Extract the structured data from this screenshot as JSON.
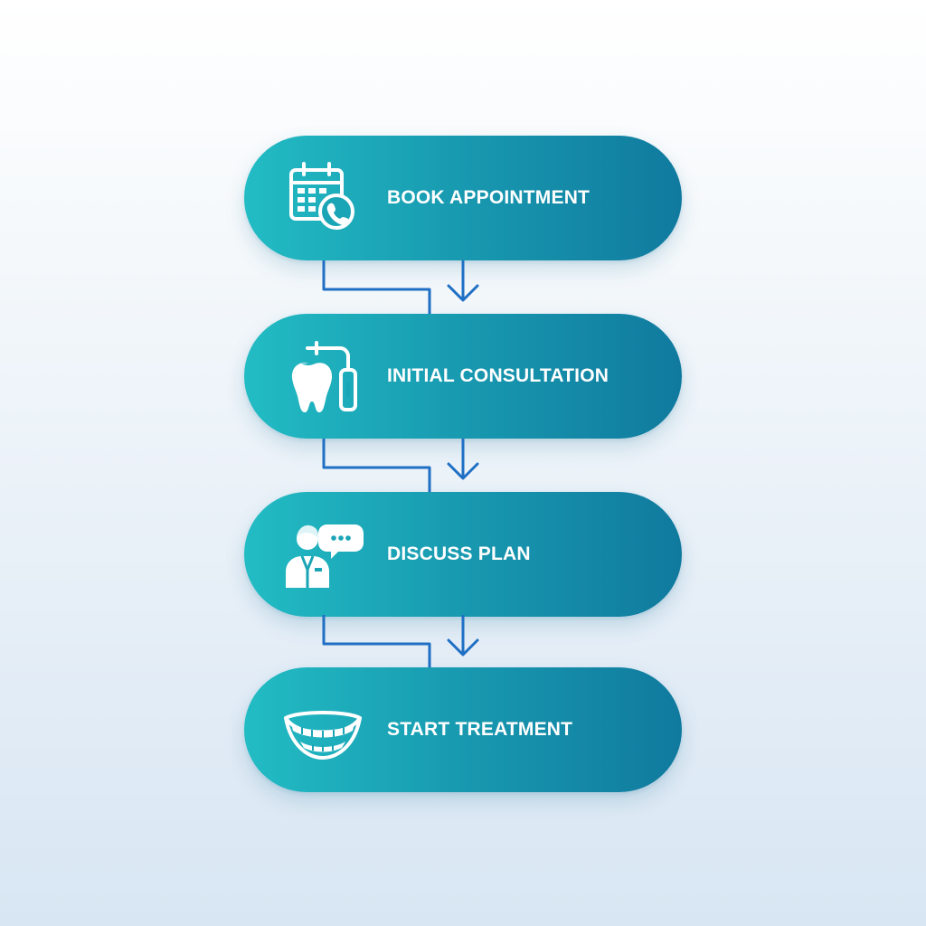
{
  "steps": [
    {
      "label": "BOOK APPOINTMENT",
      "icon": "calendar-phone-icon"
    },
    {
      "label": "INITIAL CONSULTATION",
      "icon": "tooth-dental-tool-icon"
    },
    {
      "label": "DISCUSS PLAN",
      "icon": "dentist-speech-bubble-icon"
    },
    {
      "label": "START TREATMENT",
      "icon": "smile-teeth-icon"
    }
  ],
  "colors": {
    "pill_start": "#22bcc4",
    "pill_end": "#107a9e",
    "connector": "#1f6fc4",
    "text": "#ffffff"
  }
}
